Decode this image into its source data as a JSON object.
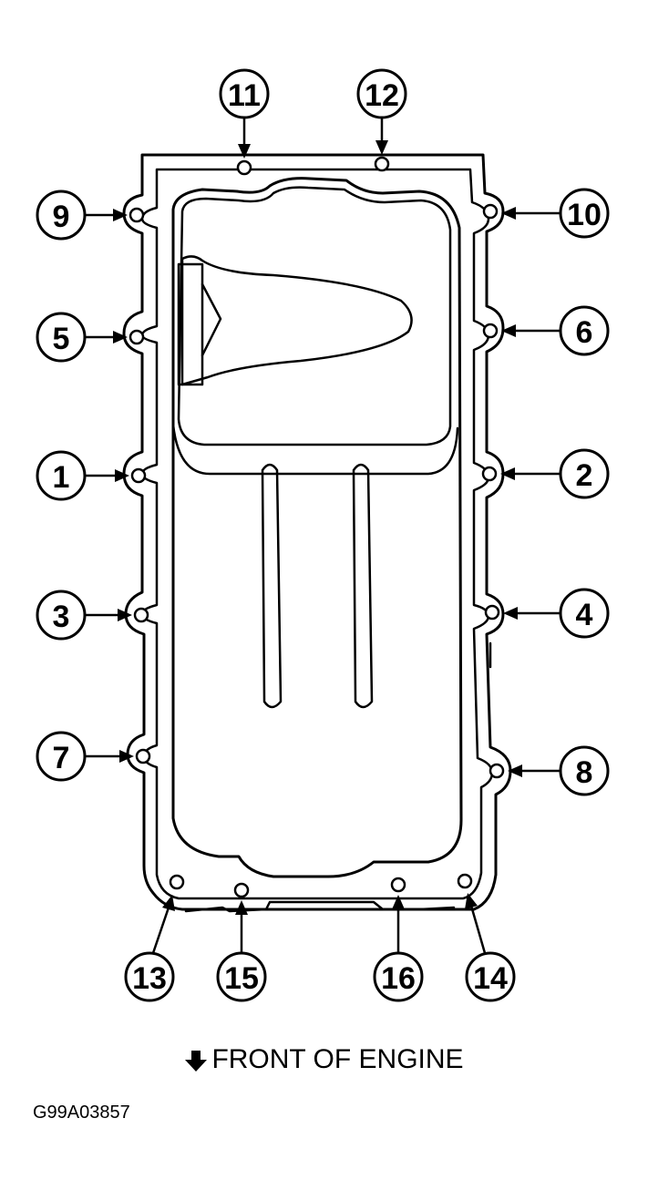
{
  "caption": "FRONT OF ENGINE",
  "figure_id": "G99A03857",
  "callouts": [
    {
      "label": "11"
    },
    {
      "label": "12"
    },
    {
      "label": "9"
    },
    {
      "label": "10"
    },
    {
      "label": "5"
    },
    {
      "label": "6"
    },
    {
      "label": "1"
    },
    {
      "label": "2"
    },
    {
      "label": "3"
    },
    {
      "label": "4"
    },
    {
      "label": "7"
    },
    {
      "label": "8"
    },
    {
      "label": "13"
    },
    {
      "label": "15"
    },
    {
      "label": "16"
    },
    {
      "label": "14"
    }
  ]
}
